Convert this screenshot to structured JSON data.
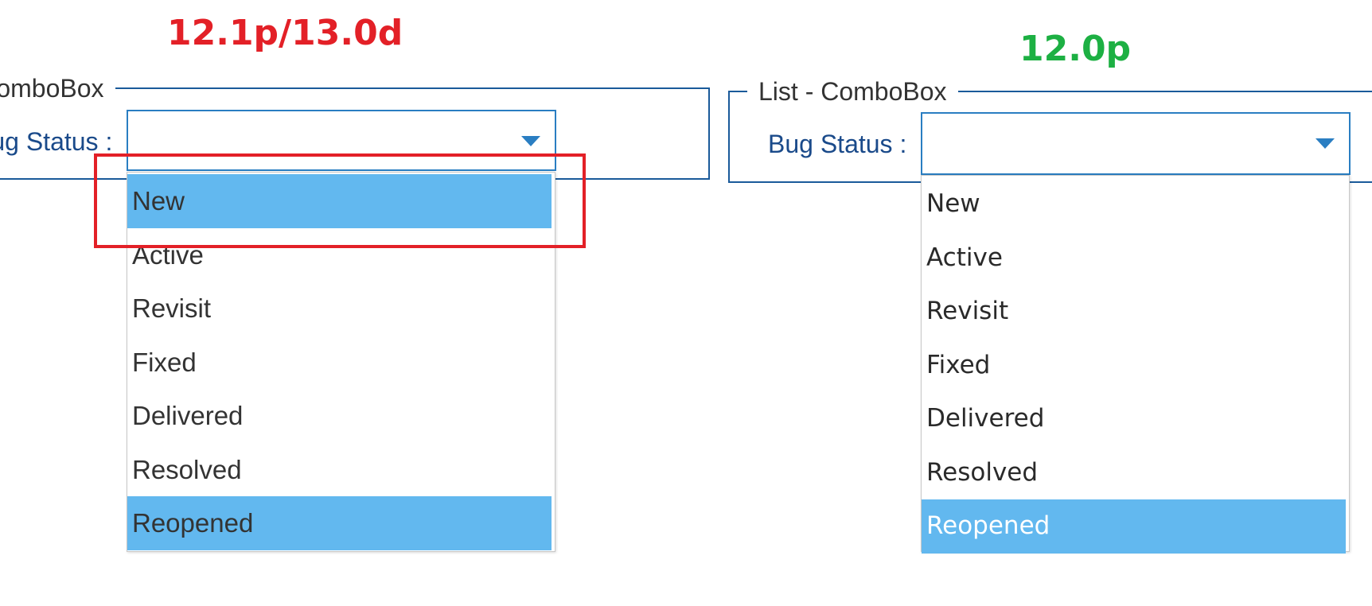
{
  "annotations": {
    "left_version": "12.1p/13.0d",
    "left_version_color": "#e32027",
    "right_version": "12.0p",
    "right_version_color": "#1db043",
    "highlight_box_color": "#e32027"
  },
  "left_panel": {
    "legend": "List - ComboBox",
    "field_label": "Bug Status :",
    "combo_value": "",
    "dropdown_arrow_icon": "triangle-down-icon",
    "options": [
      "New",
      "Active",
      "Revisit",
      "Fixed",
      "Delivered",
      "Resolved",
      "Reopened"
    ],
    "highlighted_options": [
      "New",
      "Reopened"
    ]
  },
  "right_panel": {
    "legend": "List - ComboBox",
    "field_label": "Bug Status :",
    "combo_value": "",
    "dropdown_arrow_icon": "triangle-down-icon",
    "options": [
      "New",
      "Active",
      "Revisit",
      "Fixed",
      "Delivered",
      "Resolved",
      "Reopened"
    ],
    "highlighted_options": [
      "Reopened"
    ]
  },
  "colors": {
    "accent_blue": "#2a7ec2",
    "highlight_blue": "#62b8ef",
    "label_blue": "#1a4a8a"
  }
}
